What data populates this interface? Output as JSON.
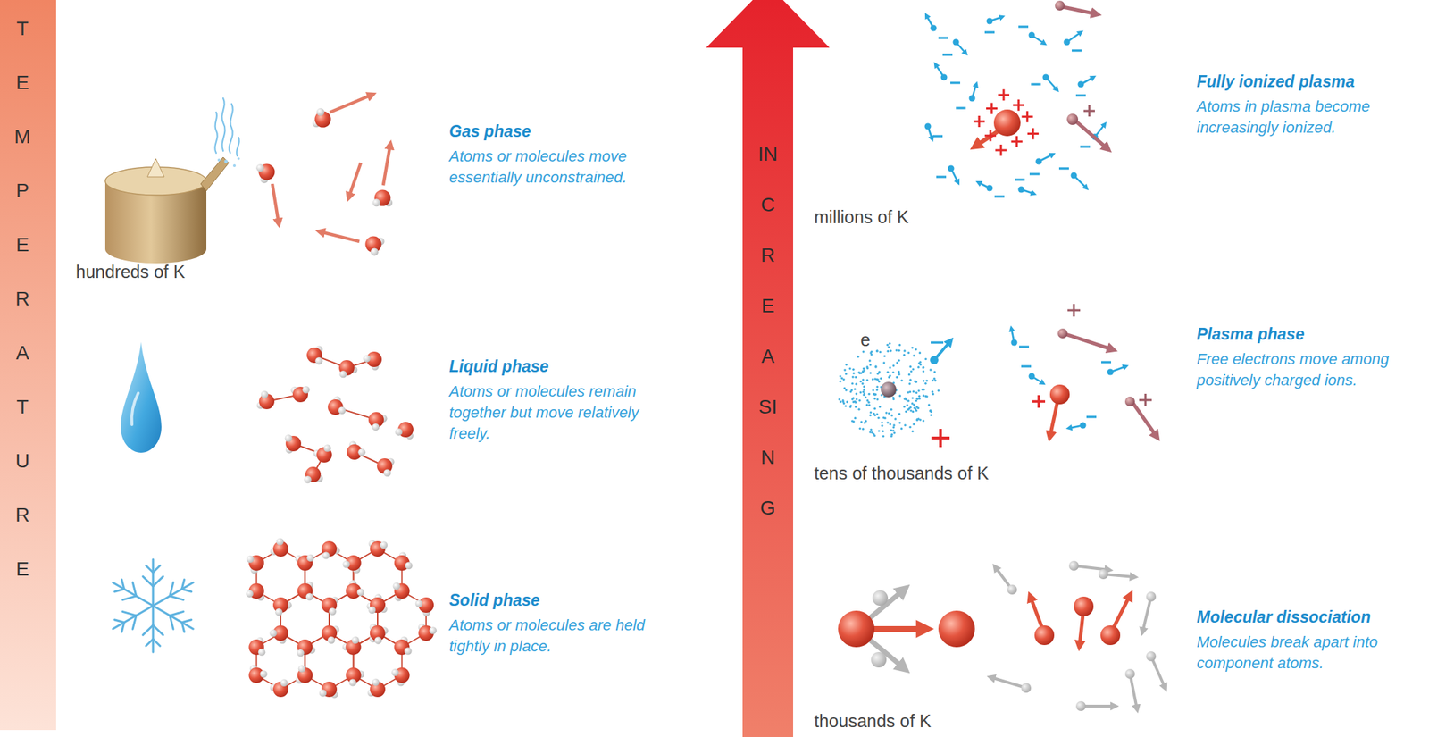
{
  "diagram": {
    "labels": [
      "TEMPERATURE",
      "hundreds of K",
      "Gas phase",
      "Atoms or molecules move essentially unconstrained.",
      "Liquid phase",
      "Atoms or molecules remain together but move relatively freely.",
      "Solid phase",
      "Atoms or molecules are held tightly in place.",
      "INCREASING",
      "millions of K",
      "Fully ionized plasma",
      "Atoms in plasma become increasingly ionized.",
      "e",
      "tens of thousands of K",
      "Plasma phase",
      "Free electrons move among positively charged ions.",
      "thousands of K",
      "Molecular dissociation",
      "Molecules break apart into component atoms."
    ]
  }
}
